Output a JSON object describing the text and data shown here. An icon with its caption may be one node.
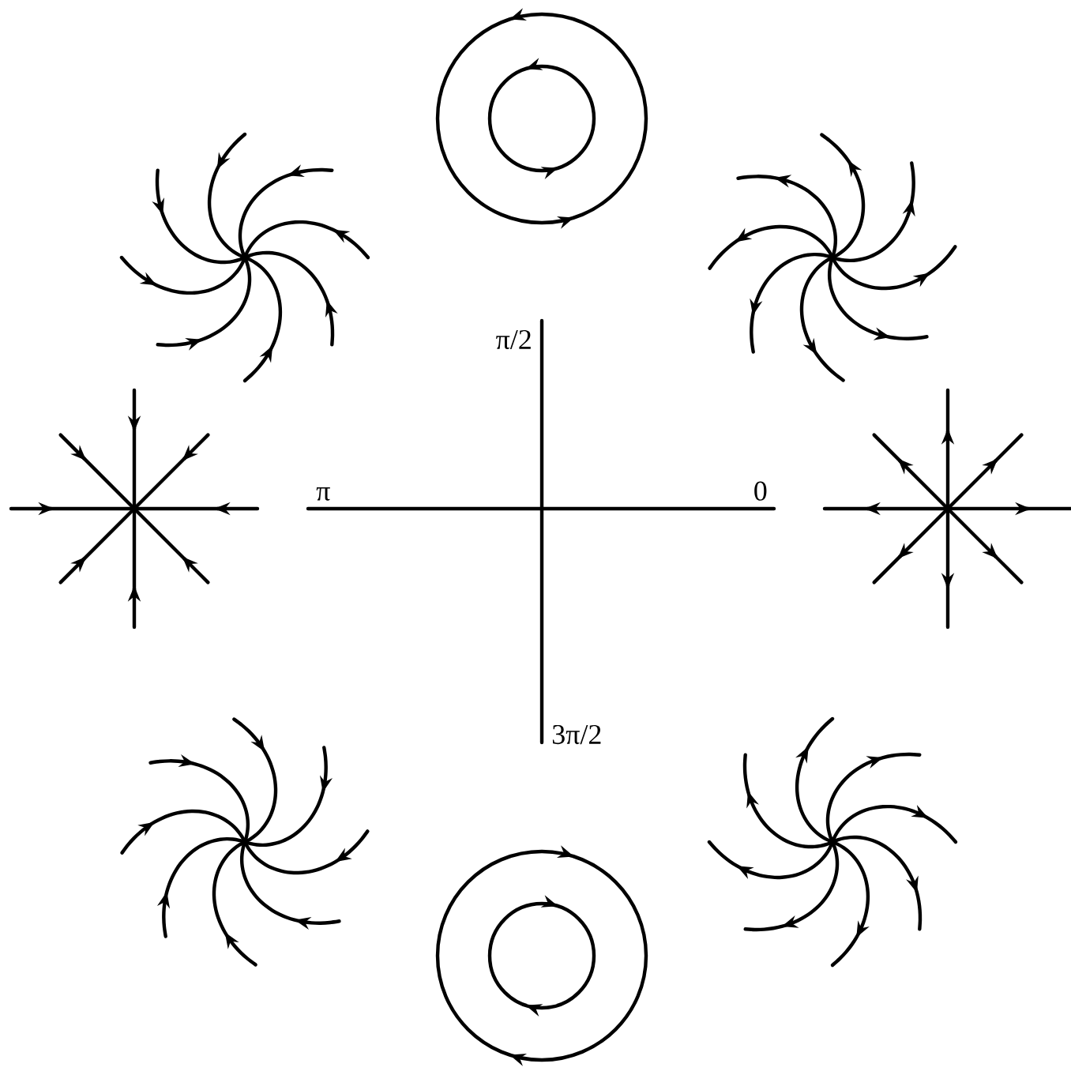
{
  "diagram": {
    "labels": [
      "π/2",
      "π",
      "0",
      "3π/2"
    ]
  }
}
